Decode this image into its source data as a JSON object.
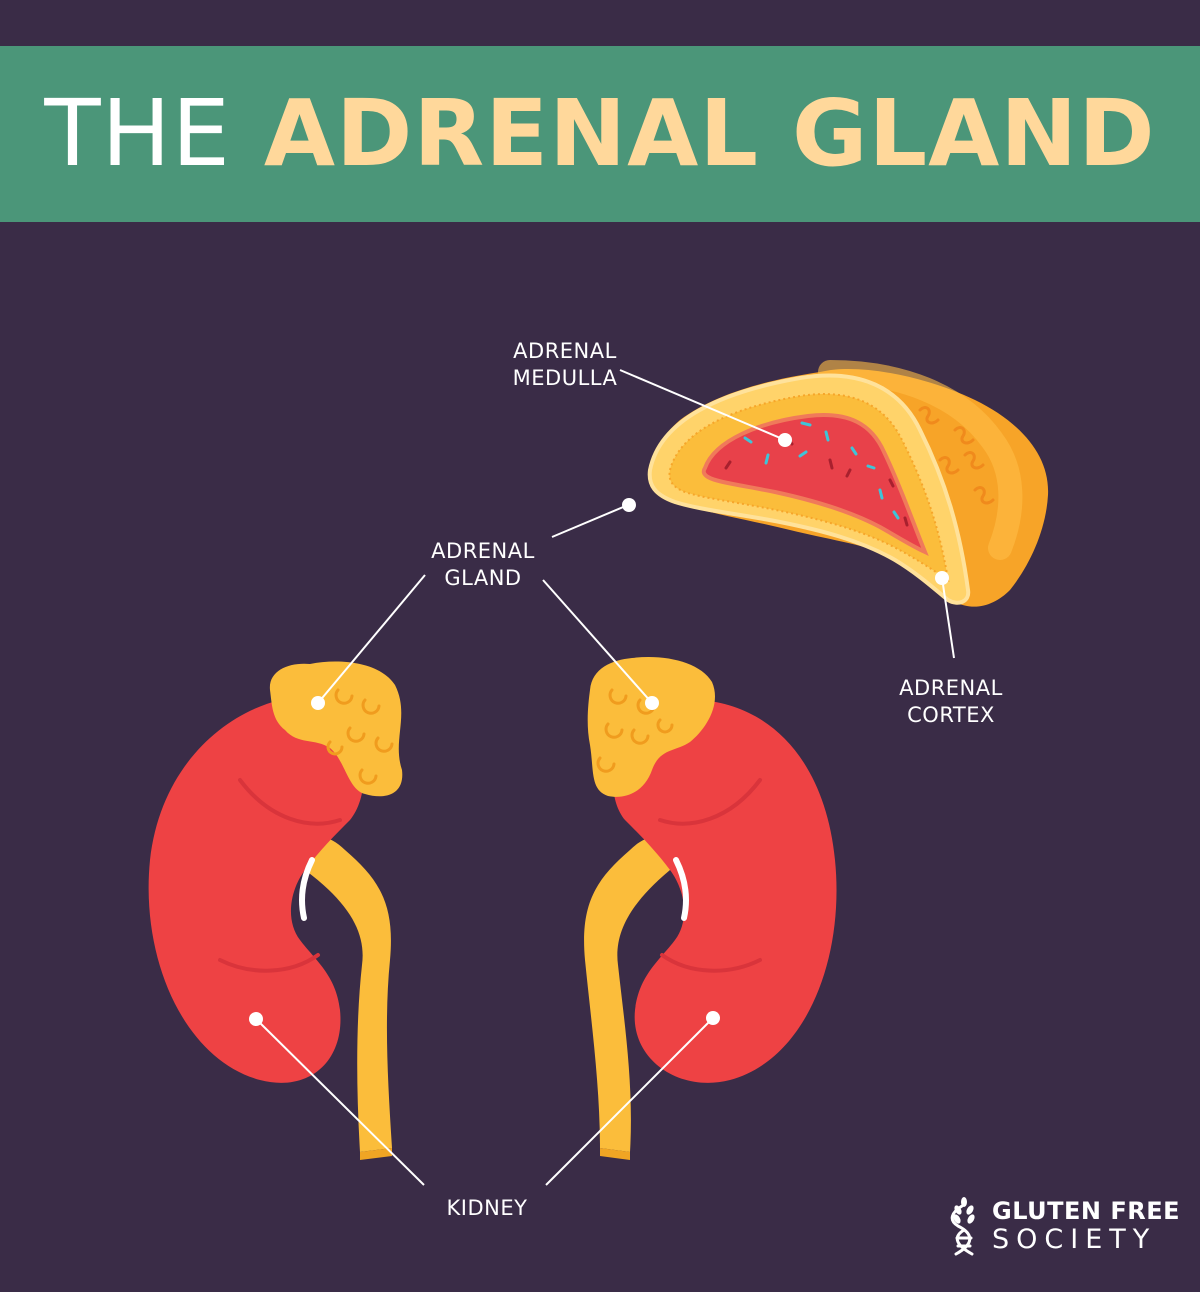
{
  "header": {
    "title_prefix": "THE",
    "title_highlight": "ADRENAL GLAND"
  },
  "labels": {
    "adrenal_medulla": [
      "ADRENAL",
      "MEDULLA"
    ],
    "adrenal_gland": [
      "ADRENAL",
      "GLAND"
    ],
    "adrenal_cortex": [
      "ADRENAL",
      "CORTEX"
    ],
    "kidney": "KIDNEY"
  },
  "logo": {
    "line1": "GLUTEN FREE",
    "line2": "SOCIETY"
  },
  "colors": {
    "background": "#3a2c47",
    "banner": "#4b9679",
    "title_highlight": "#ffd89b",
    "kidney": "#ee4244",
    "adrenal": "#fbbd3b",
    "medulla": "#e8414a",
    "leader_line": "#ffffff"
  }
}
